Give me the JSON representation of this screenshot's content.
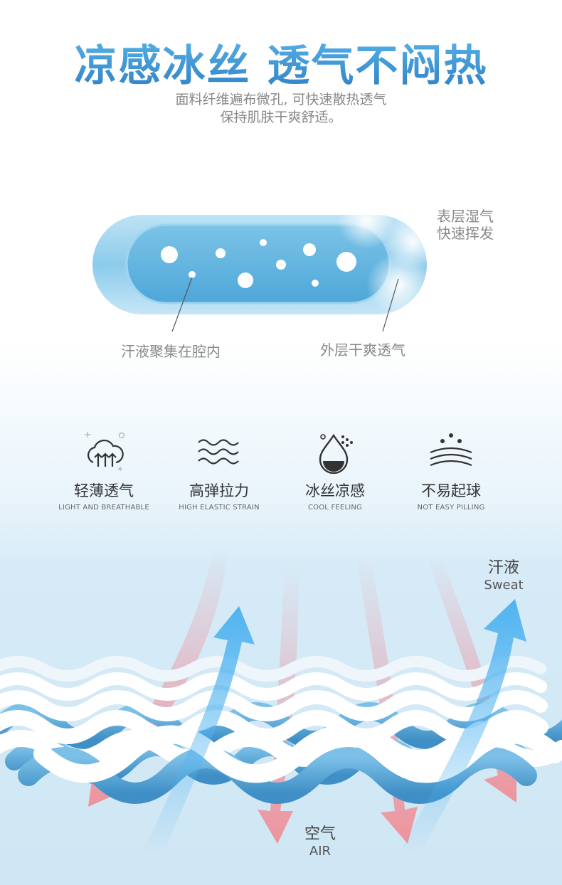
{
  "header": {
    "title": "凉感冰丝 透气不闷热",
    "subtitle_line1": "面料纤维遍布微孔, 可快速散热透气",
    "subtitle_line2": "保持肌肤干爽舒适。"
  },
  "diagram": {
    "label_surface_line1": "表层湿气",
    "label_surface_line2": "快速挥发",
    "label_cavity": "汗液聚集在腔内",
    "label_outer": "外层干爽透气"
  },
  "features": [
    {
      "cn": "轻薄透气",
      "en": "LIGHT AND BREATHABLE",
      "icon": "cloud-arrows-icon"
    },
    {
      "cn": "高弹拉力",
      "en": "HIGH ELASTIC STRAIN",
      "icon": "waves-icon"
    },
    {
      "cn": "冰丝凉感",
      "en": "COOL FEELING",
      "icon": "water-drop-icon"
    },
    {
      "cn": "不易起球",
      "en": "NOT EASY PILLING",
      "icon": "layers-dots-icon"
    }
  ],
  "fabric": {
    "sweat_cn": "汗液",
    "sweat_en": "Sweat",
    "air_cn": "空气",
    "air_en": "AIR"
  },
  "colors": {
    "accent_blue": "#3f9ad6",
    "fiber_blue": "#5ba4d6",
    "air_red": "#ef8f98",
    "sweat_blue": "#4fb3f0"
  }
}
